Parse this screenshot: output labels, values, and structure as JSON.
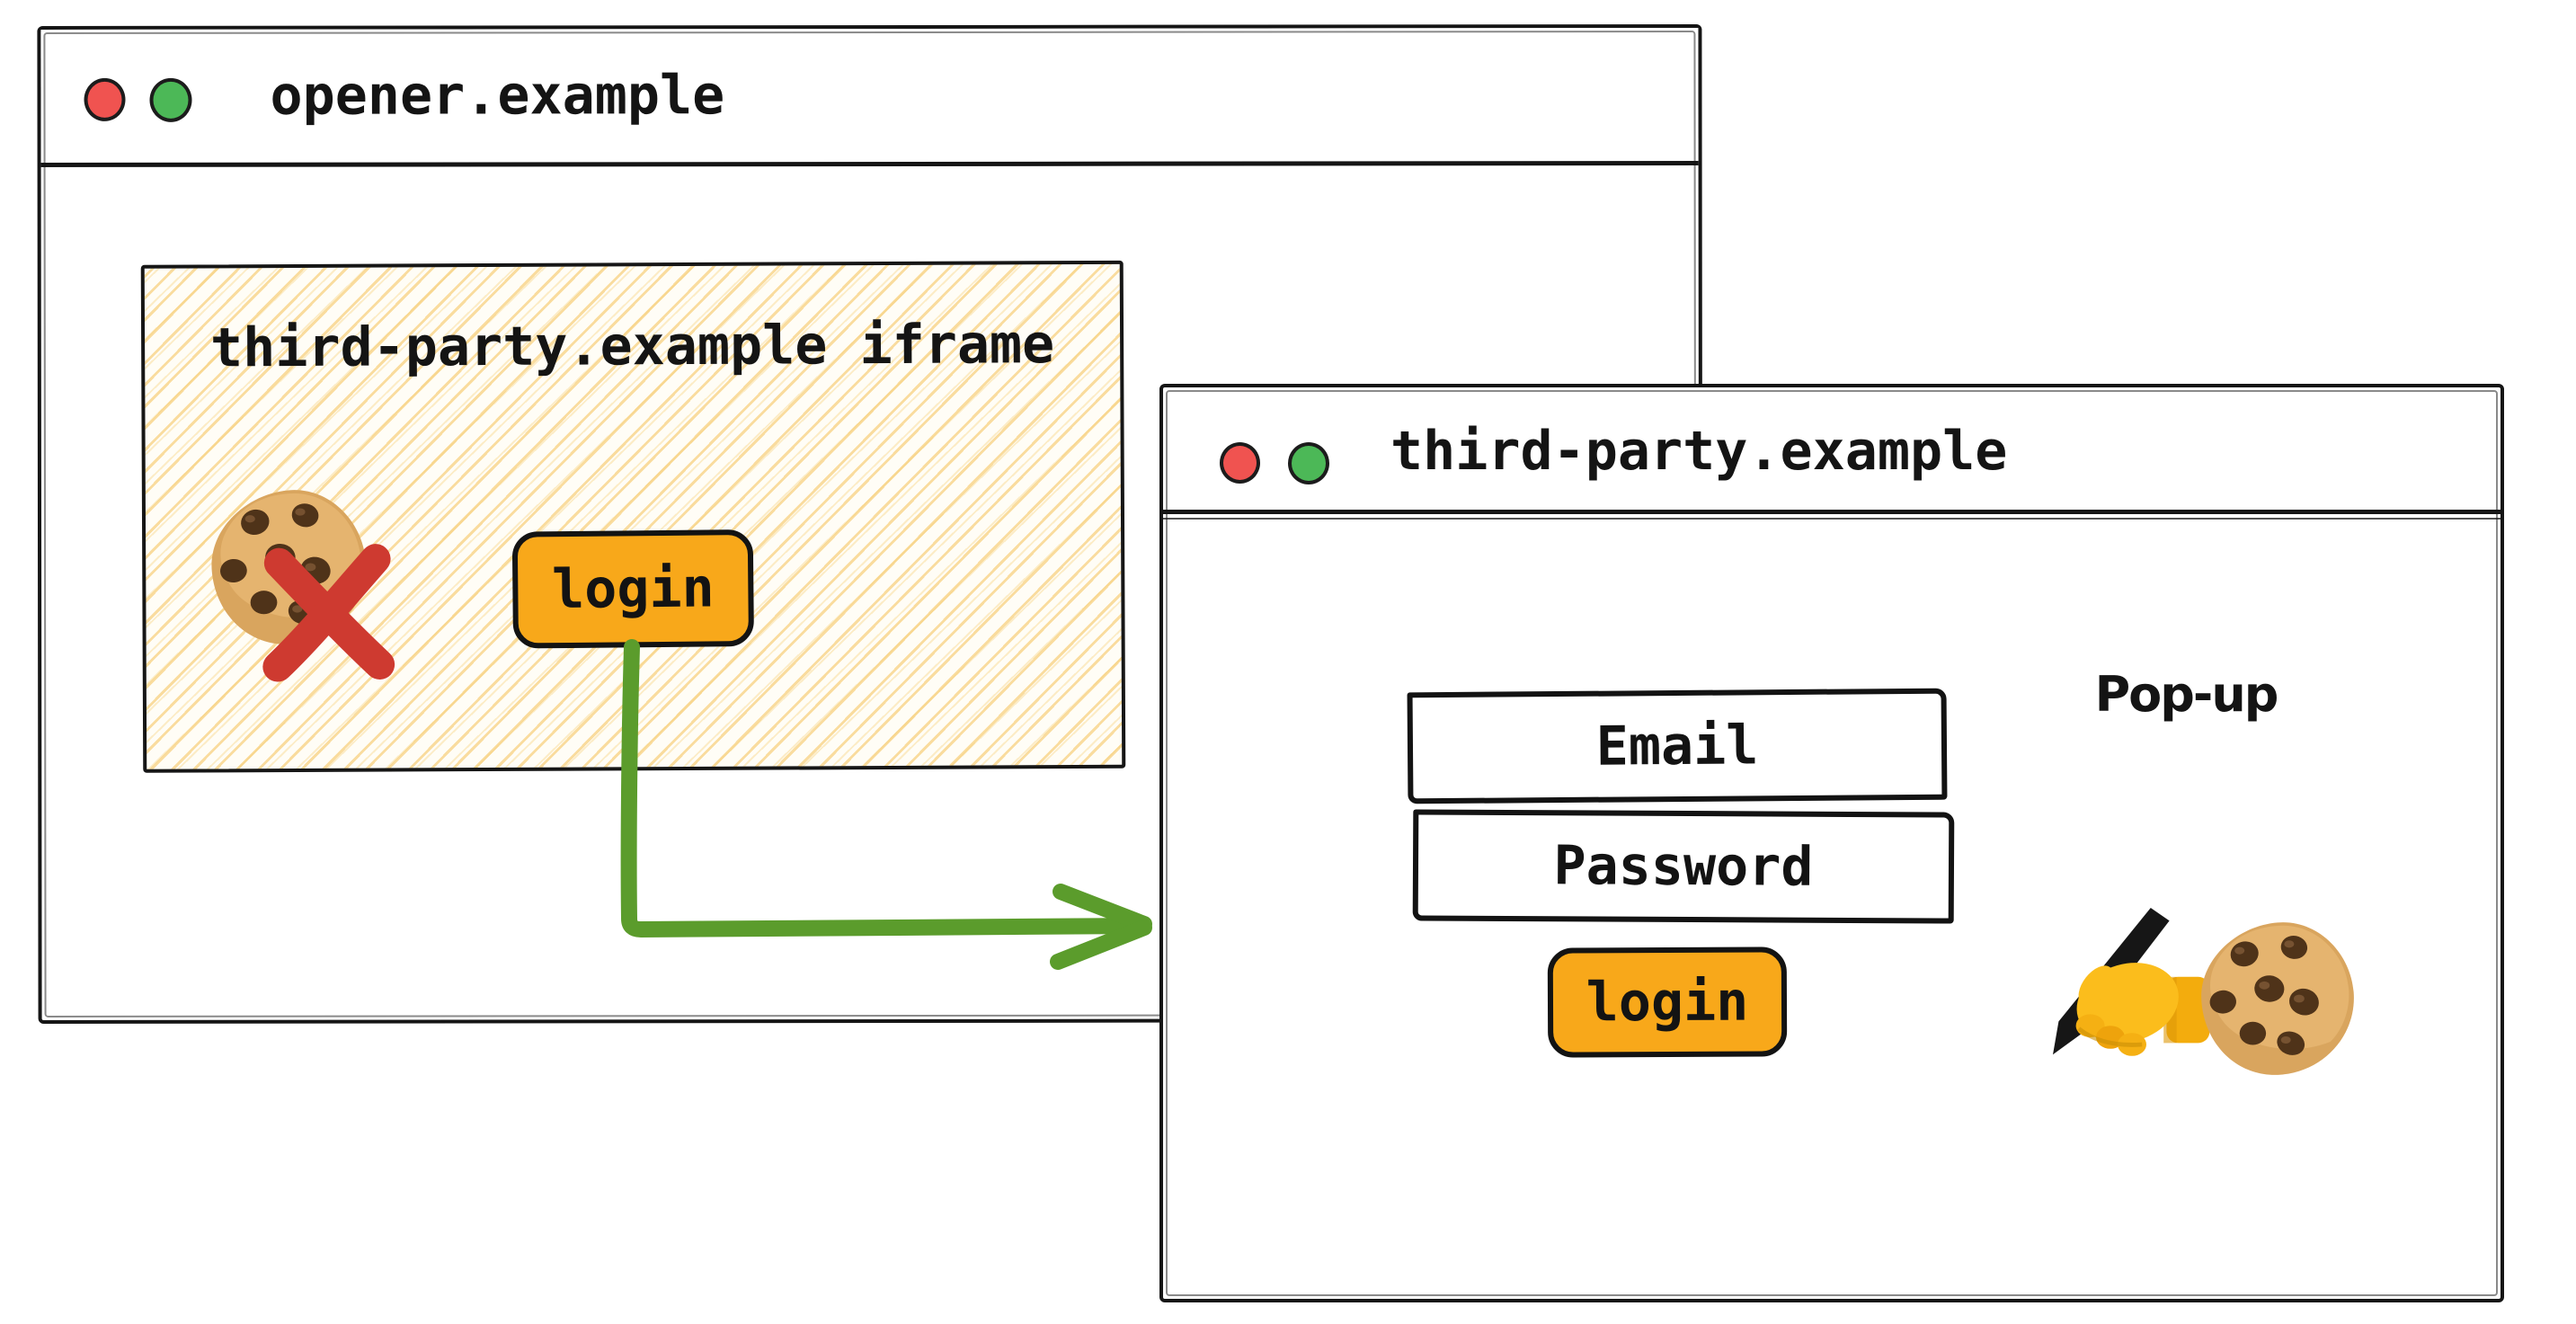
{
  "opener_window": {
    "title": "opener.example",
    "traffic_lights": [
      "red",
      "green"
    ],
    "iframe": {
      "label": "third-party.example iframe",
      "login_button_label": "login",
      "cookie_icon": "cookie",
      "blocked_icon": "red-x-cross"
    }
  },
  "popup_window": {
    "title": "third-party.example",
    "traffic_lights": [
      "red",
      "green"
    ],
    "annotation_label": "Pop-up",
    "email_field_label": "Email",
    "password_field_label": "Password",
    "login_button_label": "login",
    "writing_hand_icon": "writing-hand",
    "cookie_icon": "cookie"
  },
  "arrow": {
    "icon": "green-elbow-arrow-from-iframe-login-to-popup"
  },
  "colors": {
    "button_orange": "#f8a81a",
    "arrow_green": "#5b9c2c",
    "x_red": "#ce3a30",
    "traffic_red": "#f05350",
    "traffic_green": "#4cb857",
    "hatch_yellow": "#f7ce78",
    "border_black": "#151515"
  }
}
